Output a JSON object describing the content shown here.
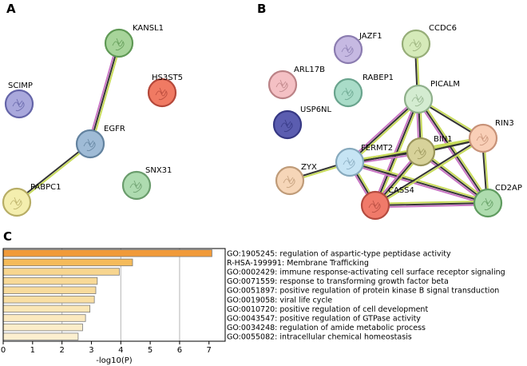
{
  "panels": {
    "a": {
      "letter": "A",
      "nodes": [
        {
          "id": "KANSL1",
          "label": "KANSL1",
          "color": "#a7d49a",
          "stroke": "#5f9955"
        },
        {
          "id": "SCIMP",
          "label": "SCIMP",
          "color": "#a9a8dc",
          "stroke": "#6464a8"
        },
        {
          "id": "HS3ST5",
          "label": "HS3ST5",
          "color": "#f07a63",
          "stroke": "#b5483a"
        },
        {
          "id": "EGFR",
          "label": "EGFR",
          "color": "#9fbbd6",
          "stroke": "#62829f"
        },
        {
          "id": "SNX31",
          "label": "SNX31",
          "color": "#aedbb0",
          "stroke": "#6a9c6c"
        },
        {
          "id": "PABPC1",
          "label": "PABPC1",
          "color": "#f4eeae",
          "stroke": "#b7ad65"
        }
      ],
      "edges": [
        {
          "from": "KANSL1",
          "to": "EGFR",
          "evidence": [
            "text",
            "coexp",
            "db"
          ]
        },
        {
          "from": "EGFR",
          "to": "PABPC1",
          "evidence": [
            "text",
            "coexp"
          ]
        }
      ]
    },
    "b": {
      "letter": "B",
      "nodes": [
        {
          "id": "JAZF1",
          "label": "JAZF1",
          "color": "#c6b9e2",
          "stroke": "#8b7cb0"
        },
        {
          "id": "CCDC6",
          "label": "CCDC6",
          "color": "#d5eab9",
          "stroke": "#96ad78"
        },
        {
          "id": "ARL17B",
          "label": "ARL17B",
          "color": "#f4c0c4",
          "stroke": "#bb8286"
        },
        {
          "id": "RABEP1",
          "label": "RABEP1",
          "color": "#a9dcc8",
          "stroke": "#69a48d"
        },
        {
          "id": "PICALM",
          "label": "PICALM",
          "color": "#d4ecd1",
          "stroke": "#8fb08b"
        },
        {
          "id": "USP6NL",
          "label": "USP6NL",
          "color": "#5b5db0",
          "stroke": "#363884"
        },
        {
          "id": "RIN3",
          "label": "RIN3",
          "color": "#f9cfb7",
          "stroke": "#c79278"
        },
        {
          "id": "FERMT2",
          "label": "FERMT2",
          "color": "#c6e4f4",
          "stroke": "#86a9bd"
        },
        {
          "id": "BIN1",
          "label": "BIN1",
          "color": "#d7d29a",
          "stroke": "#9a955b"
        },
        {
          "id": "ZYX",
          "label": "ZYX",
          "color": "#f6d6b8",
          "stroke": "#bf9b78"
        },
        {
          "id": "CASS4",
          "label": "CASS4",
          "color": "#f07a6a",
          "stroke": "#b44b3f"
        },
        {
          "id": "CD2AP",
          "label": "CD2AP",
          "color": "#aedcae",
          "stroke": "#5f9b5f"
        }
      ],
      "edges": [
        {
          "from": "CCDC6",
          "to": "PICALM",
          "evidence": [
            "text",
            "coexp"
          ]
        },
        {
          "from": "PICALM",
          "to": "FERMT2",
          "evidence": [
            "text",
            "coexp",
            "db"
          ]
        },
        {
          "from": "PICALM",
          "to": "BIN1",
          "evidence": [
            "text",
            "coexp",
            "db"
          ]
        },
        {
          "from": "PICALM",
          "to": "RIN3",
          "evidence": [
            "text",
            "coexp"
          ]
        },
        {
          "from": "PICALM",
          "to": "CASS4",
          "evidence": [
            "text",
            "coexp",
            "db"
          ]
        },
        {
          "from": "PICALM",
          "to": "CD2AP",
          "evidence": [
            "text",
            "coexp",
            "db"
          ]
        },
        {
          "from": "FERMT2",
          "to": "BIN1",
          "evidence": [
            "text",
            "coexp",
            "db"
          ]
        },
        {
          "from": "FERMT2",
          "to": "ZYX",
          "evidence": [
            "text",
            "coexp"
          ]
        },
        {
          "from": "FERMT2",
          "to": "CASS4",
          "evidence": [
            "text",
            "coexp",
            "db"
          ]
        },
        {
          "from": "FERMT2",
          "to": "CD2AP",
          "evidence": [
            "text",
            "coexp",
            "db"
          ]
        },
        {
          "from": "FERMT2",
          "to": "RIN3",
          "evidence": [
            "text",
            "coexp"
          ]
        },
        {
          "from": "BIN1",
          "to": "RIN3",
          "evidence": [
            "text",
            "coexp"
          ]
        },
        {
          "from": "BIN1",
          "to": "CASS4",
          "evidence": [
            "text",
            "coexp",
            "db"
          ]
        },
        {
          "from": "BIN1",
          "to": "CD2AP",
          "evidence": [
            "text",
            "coexp",
            "db"
          ]
        },
        {
          "from": "RIN3",
          "to": "CD2AP",
          "evidence": [
            "text",
            "coexp"
          ]
        },
        {
          "from": "RIN3",
          "to": "CASS4",
          "evidence": [
            "text",
            "coexp"
          ]
        },
        {
          "from": "CASS4",
          "to": "CD2AP",
          "evidence": [
            "text",
            "coexp",
            "db"
          ]
        }
      ]
    },
    "c": {
      "letter": "C"
    }
  },
  "evidence_colors": {
    "text": "#c8dc5a",
    "coexp": "#333333",
    "db": "#c875c4"
  },
  "chart_data": {
    "type": "bar",
    "orientation": "horizontal",
    "categories": [
      "GO:1905245: regulation of aspartic-type peptidase activity",
      "R-HSA-199991: Membrane Trafficking",
      "GO:0002429: immune response-activating cell surface receptor signaling",
      "GO:0071559: response to transforming growth factor beta",
      "GO:0051897: positive regulation of protein kinase B signal transduction",
      "GO:0019058: viral life cycle",
      "GO:0010720: positive regulation of cell development",
      "GO:0043547: positive regulation of GTPase activity",
      "GO:0034248: regulation of amide metabolic process",
      "GO:0055082: intracellular chemical homeostasis"
    ],
    "values": [
      7.1,
      4.4,
      3.95,
      3.2,
      3.15,
      3.1,
      2.95,
      2.8,
      2.7,
      2.55
    ],
    "bar_colors": [
      "#f09a3a",
      "#f5bb5a",
      "#f7d58f",
      "#f8d997",
      "#f8db9c",
      "#f9dea3",
      "#fae6b6",
      "#fbe9bf",
      "#fcedc9",
      "#fcefcf"
    ],
    "xlabel": "-log10(P)",
    "xlim": [
      0,
      7.55
    ],
    "xticks": [
      "0",
      "1",
      "2",
      "3",
      "4",
      "5",
      "6",
      "7"
    ],
    "grid": "vertical dashed at 2, 4, 6"
  }
}
